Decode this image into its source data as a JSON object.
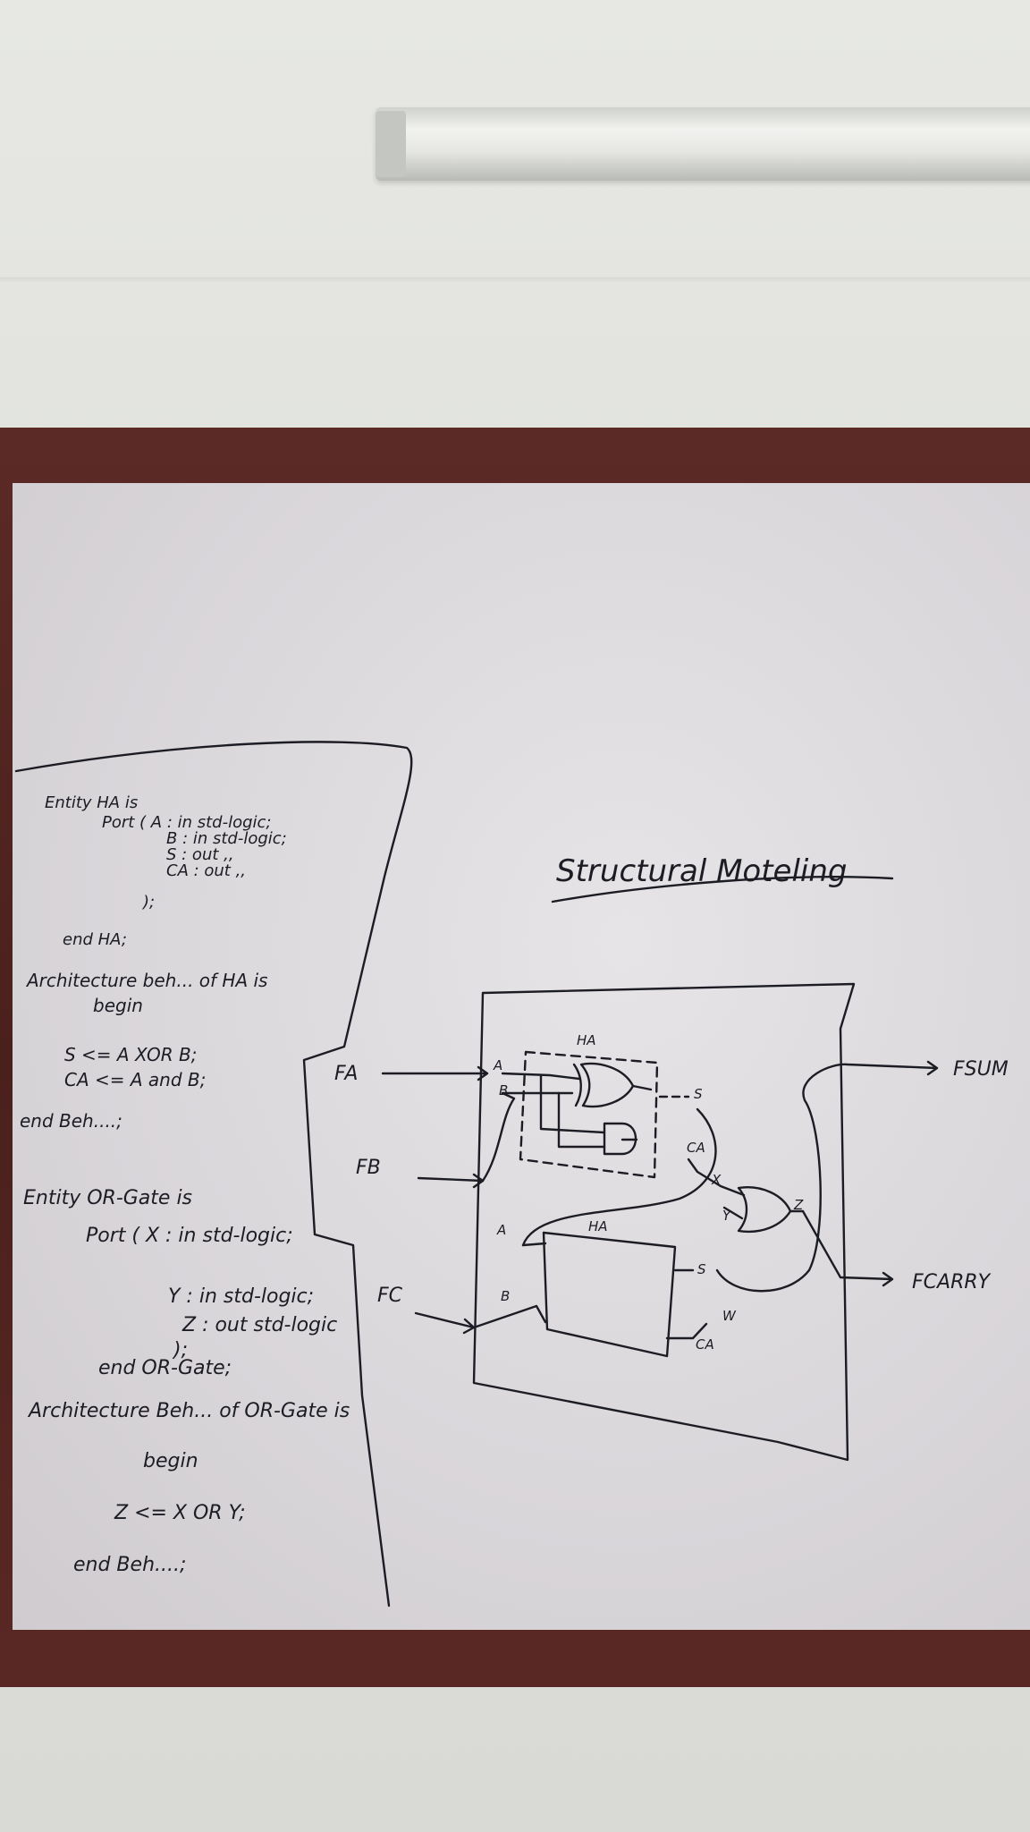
{
  "board": {
    "title": "Structural Moteling",
    "code_ha": {
      "line1": "Entity HA is",
      "line2": "Port ( A : in std-logic;",
      "line3": "B : in std-logic;",
      "line4": "S : out ,,",
      "line5": "CA : out ,,",
      "line6": ");",
      "line7": "end HA;",
      "line8": "Architecture beh... of HA is",
      "line9": "begin",
      "line10": "S <= A XOR B;",
      "line11": "CA <= A and B;",
      "line12": "end Beh....;"
    },
    "code_or": {
      "line1": "Entity OR-Gate is",
      "line2": "Port ( X : in std-logic;",
      "line3": "Y : in std-logic;",
      "line4": "Z : out std-logic",
      "line5": ");",
      "line6": "end OR-Gate;",
      "line7": "Architecture Beh... of OR-Gate is",
      "line8": "begin",
      "line9": "Z <= X OR Y;",
      "line10": "end Beh....;"
    },
    "diagram": {
      "in_a": "FA",
      "in_b": "FB",
      "in_c": "FC",
      "out_sum": "FSUM",
      "out_carry": "FCARRY",
      "ha1_label": "HA",
      "ha2_label": "HA",
      "pin_a1": "A",
      "pin_b1": "B",
      "pin_s1": "S",
      "pin_ca1": "CA",
      "pin_a2": "A",
      "pin_b2": "B",
      "pin_s2": "S",
      "pin_ca2": "CA",
      "pin_x": "X",
      "pin_y": "Y",
      "pin_z": "Z",
      "pin_w": "W"
    }
  },
  "colors": {
    "ink": "#1c1c24",
    "frame": "#4a201d",
    "board": "#dcd9dc"
  }
}
